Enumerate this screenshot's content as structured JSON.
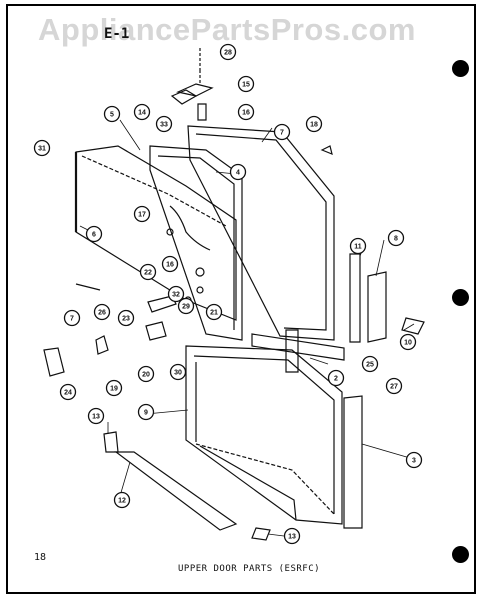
{
  "watermark": "AppliancePartsPros.com",
  "section_code": "E-1",
  "page_number": "18",
  "caption": "UPPER DOOR PARTS (ESRFC)",
  "callouts": [
    "28",
    "15",
    "14",
    "16",
    "33",
    "5",
    "18",
    "7",
    "31",
    "4",
    "6",
    "17",
    "11",
    "8",
    "16",
    "22",
    "32",
    "26",
    "29",
    "21",
    "7",
    "23",
    "10",
    "25",
    "19",
    "20",
    "30",
    "24",
    "27",
    "2",
    "9",
    "3",
    "13",
    "12",
    "13"
  ]
}
